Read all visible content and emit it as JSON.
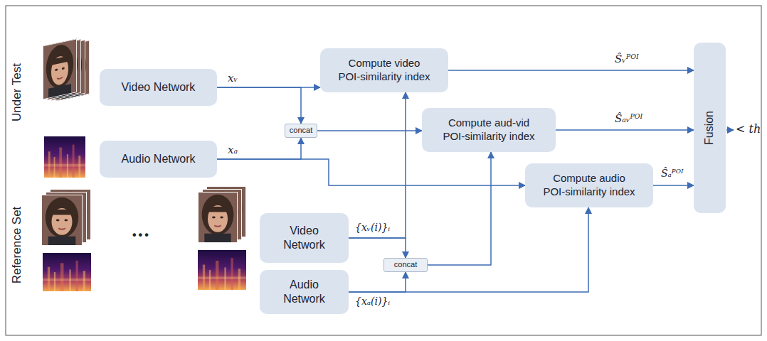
{
  "diagram": {
    "nodes": [
      {
        "text": [
          "Video Network"
        ]
      },
      {
        "text": [
          "Audio Network"
        ]
      },
      {
        "text": [
          "concat"
        ]
      },
      {
        "text": [
          "Compute video POI-similarity index"
        ]
      },
      {
        "text": [
          "Compute aud-vid POI-similarity index"
        ]
      },
      {
        "text": [
          "Compute audio POI-similarity index"
        ]
      },
      {
        "text": [
          "Fusion"
        ]
      },
      {
        "text": [
          "Video Network"
        ]
      },
      {
        "text": [
          "Audio Network"
        ]
      },
      {
        "text": [
          "concat"
        ]
      }
    ],
    "edges": [
      {
        "from": 0,
        "to": 3,
        "arrow": "to",
        "label": "xᵥ"
      },
      {
        "from": 0,
        "to": 2,
        "arrow": "to"
      },
      {
        "from": 1,
        "to": 2,
        "arrow": "to"
      },
      {
        "from": 1,
        "to": 5,
        "arrow": "to",
        "label": "xₐ"
      },
      {
        "from": 2,
        "to": 4,
        "arrow": "to"
      },
      {
        "from": 7,
        "to": 3,
        "arrow": "to",
        "label": "{xᵥ(i)}ᵢ"
      },
      {
        "from": 7,
        "to": 9,
        "arrow": "to"
      },
      {
        "from": 8,
        "to": 9,
        "arrow": "to"
      },
      {
        "from": 8,
        "to": 5,
        "arrow": "to",
        "label": "{xₐ(i)}ᵢ"
      },
      {
        "from": 9,
        "to": 4,
        "arrow": "to"
      },
      {
        "from": 3,
        "to": 6,
        "arrow": "to",
        "label": "Ŝᵥᴾᴼᴵ"
      },
      {
        "from": 4,
        "to": 6,
        "arrow": "to",
        "label": "Ŝₐᵥᴾᴼᴵ"
      },
      {
        "from": 5,
        "to": 6,
        "arrow": "to",
        "label": "Ŝₐᴾᴼᴵ"
      }
    ],
    "labels": [
      "Under Test",
      "Reference Set",
      "•••",
      "< th"
    ]
  }
}
